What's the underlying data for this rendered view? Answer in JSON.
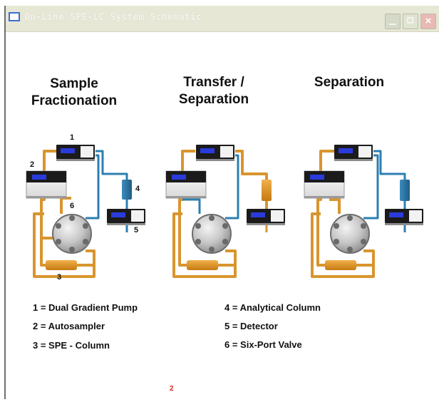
{
  "window": {
    "title": "On-Line SPE-LC System Schematic",
    "close_label": "×"
  },
  "columns": [
    {
      "title_line1": "Sample",
      "title_line2": "Fractionation"
    },
    {
      "title_line1": "Transfer /",
      "title_line2": "Separation"
    },
    {
      "title_line1": "Separation",
      "title_line2": ""
    }
  ],
  "diagram_labels": {
    "n1": "1",
    "n2": "2",
    "n3": "3",
    "n4": "4",
    "n5": "5",
    "n6": "6"
  },
  "legend": {
    "left": [
      "1 = Dual Gradient Pump",
      "2 = Autosampler",
      "3 = SPE - Column"
    ],
    "right": [
      "4 = Analytical Column",
      "5 = Detector",
      "6 = Six-Port Valve"
    ]
  },
  "page_number": "2",
  "colors": {
    "orange_tube": "#d8952e",
    "blue_tube": "#2c7fb1",
    "analytical_column_blue": "#2f78a6",
    "analytical_column_orange": "#e19a25",
    "titlebar": "#e7e7d6",
    "page_number": "#e32020"
  }
}
